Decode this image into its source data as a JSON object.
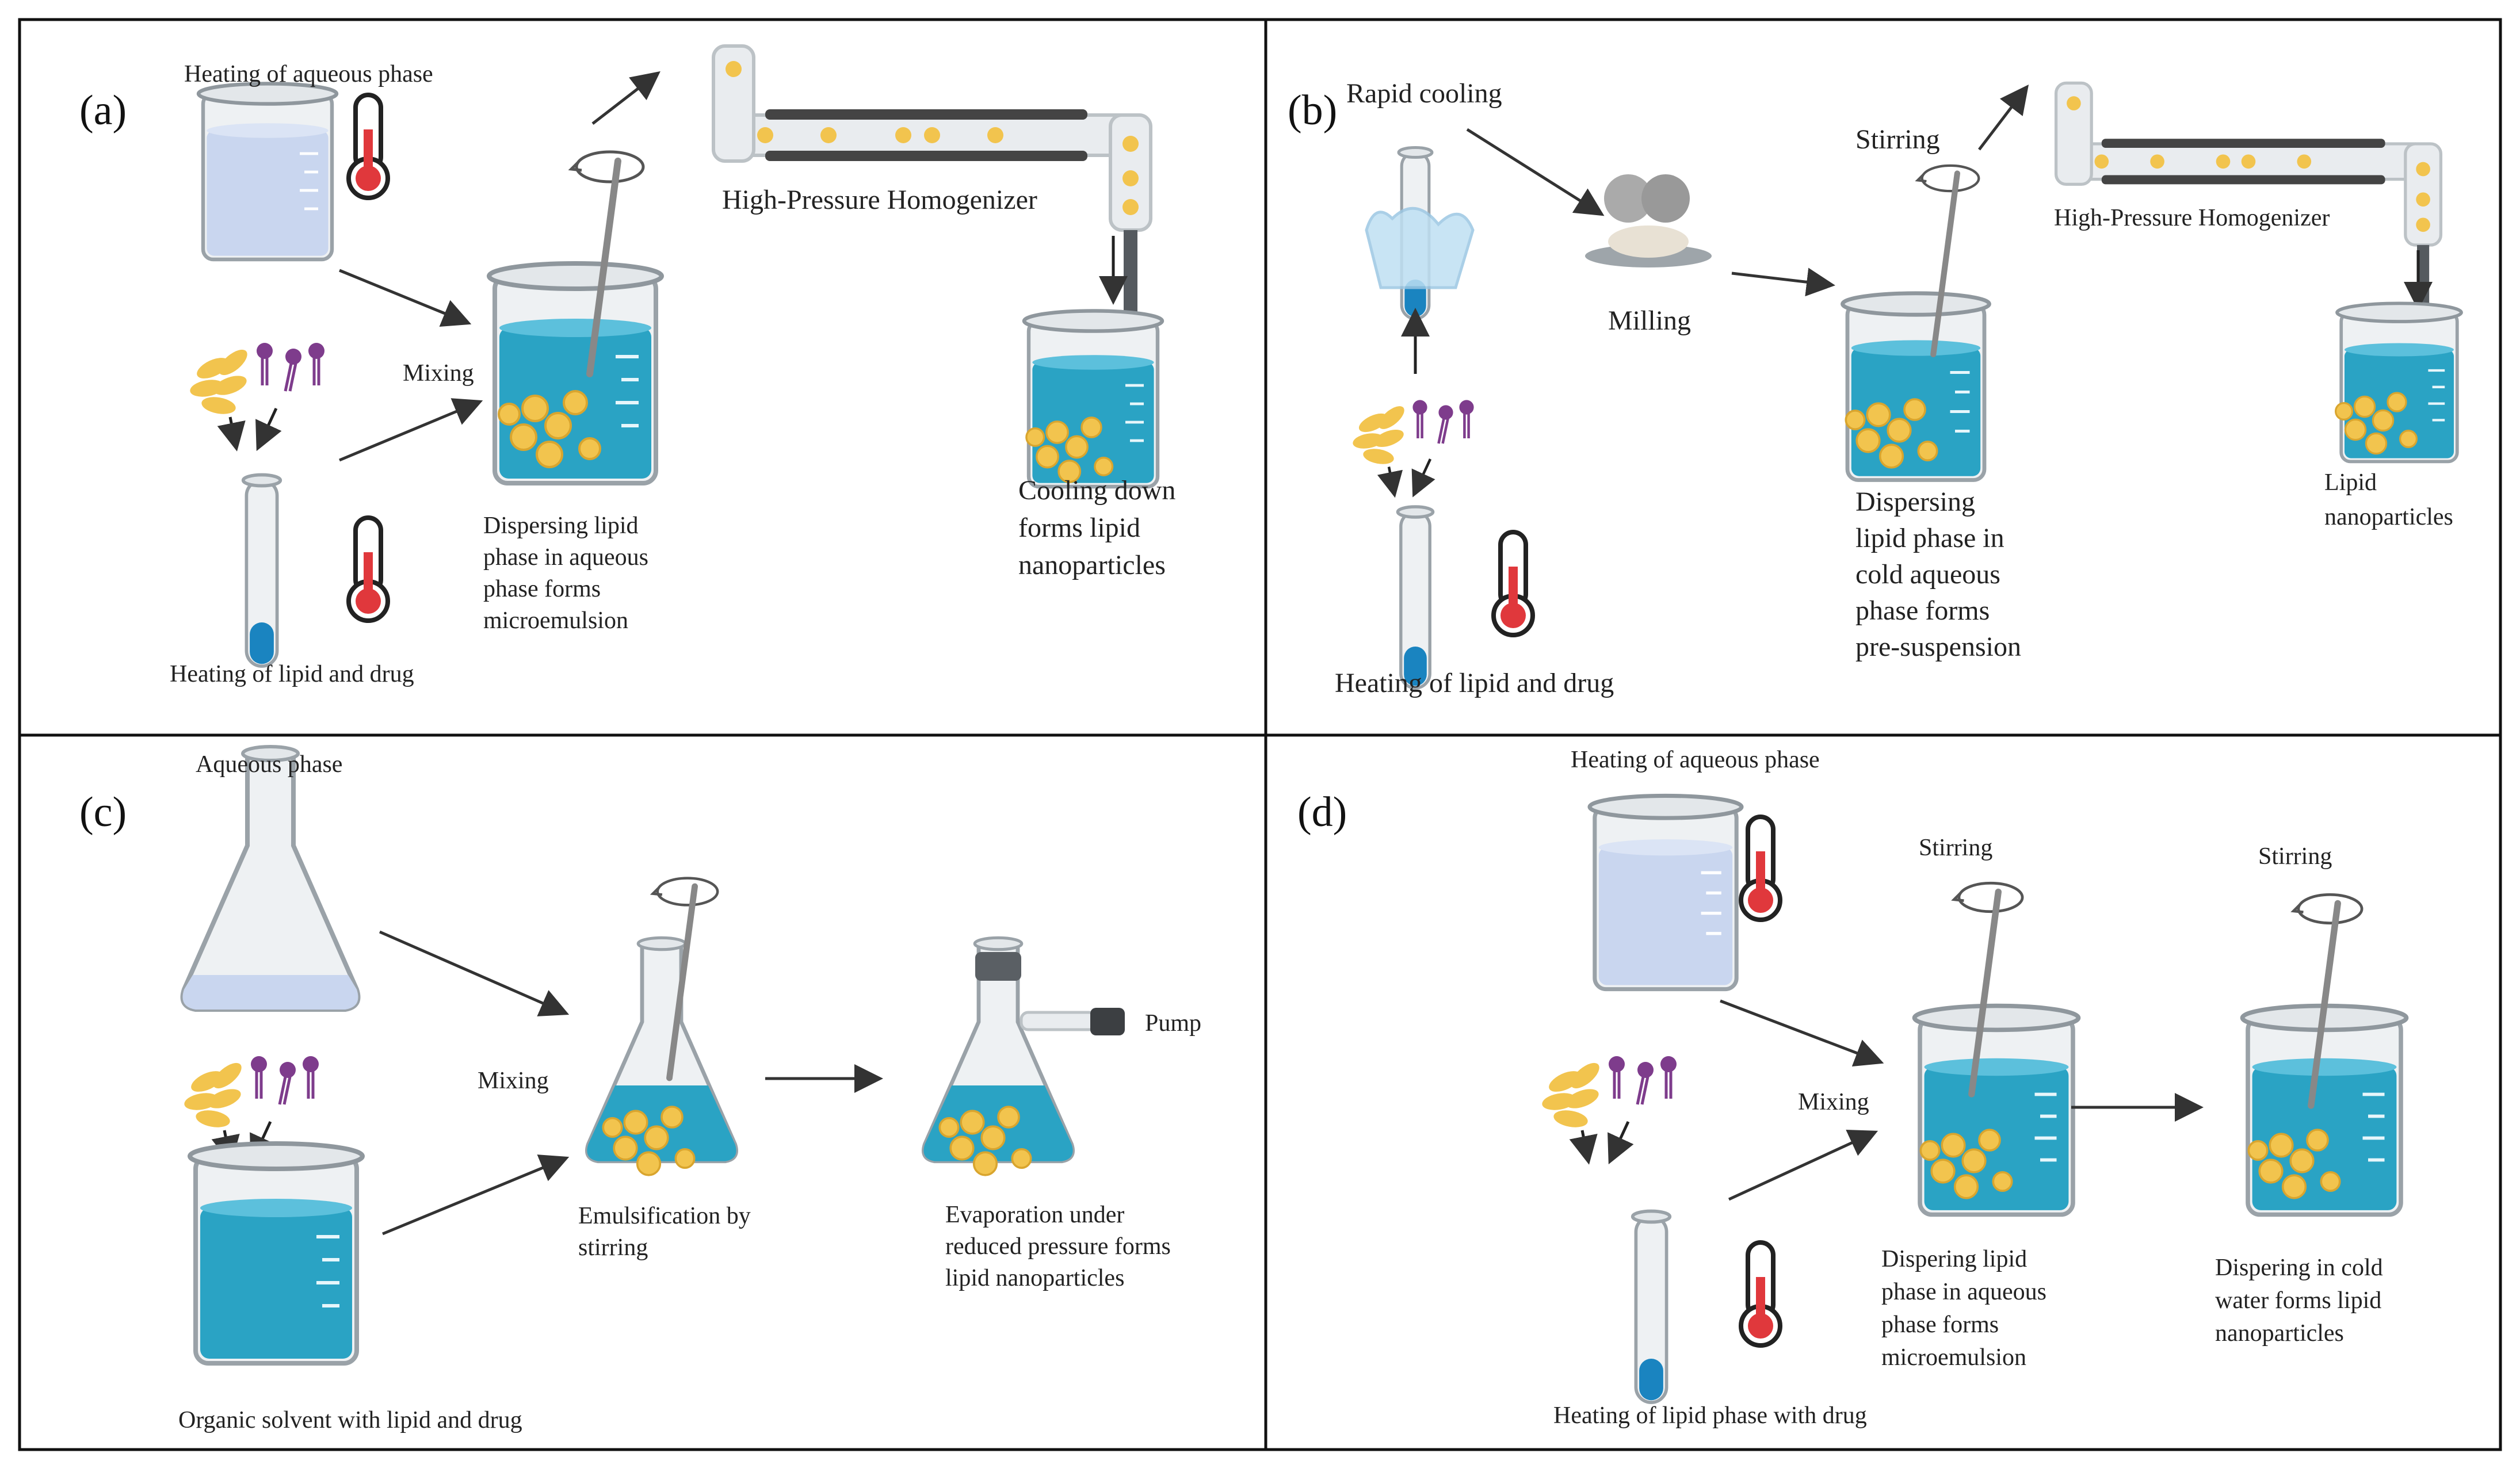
{
  "panels": {
    "a": {
      "tag": "(a)",
      "heating_aqueous": "Heating of aqueous phase",
      "mixing": "Mixing",
      "heating_lipid": "Heating of lipid and drug",
      "homogenizer": "High-Pressure Homogenizer",
      "dispersing": [
        "Dispersing lipid",
        "phase in aqueous",
        "phase forms",
        "microemulsion"
      ],
      "cooling": [
        "Cooling down",
        "forms lipid",
        "nanoparticles"
      ]
    },
    "b": {
      "tag": "(b)",
      "rapid_cooling": "Rapid cooling",
      "milling": "Milling",
      "stirring": "Stirring",
      "homogenizer": "High-Pressure Homogenizer",
      "dispersing": [
        "Dispersing",
        "lipid phase in",
        "cold aqueous",
        "phase forms",
        "pre-suspension"
      ],
      "result": [
        "Lipid",
        "nanoparticles"
      ],
      "heating_lipid": "Heating of lipid and drug"
    },
    "c": {
      "tag": "(c)",
      "aqueous": "Aqueous phase",
      "mixing": "Mixing",
      "emulsification": [
        "Emulsification by",
        "stirring"
      ],
      "pump": "Pump",
      "evaporation": [
        "Evaporation under",
        "reduced pressure forms",
        "lipid nanoparticles"
      ],
      "organic": "Organic solvent with lipid and drug"
    },
    "d": {
      "tag": "(d)",
      "heating_aqueous": "Heating of aqueous phase",
      "stirring_1": "Stirring",
      "stirring_2": "Stirring",
      "mixing": "Mixing",
      "dispersing": [
        "Dispering lipid",
        "phase in aqueous",
        "phase forms",
        "microemulsion"
      ],
      "cold": [
        "Dispering in cold",
        "water forms lipid",
        "nanoparticles"
      ],
      "heating_lipid": "Heating of lipid phase with drug"
    }
  },
  "colors": {
    "border": "#111111",
    "arrow": "#333333",
    "water_light": "#c9d6ef",
    "water_blue": "#2aa3c4",
    "tube_blue": "#1a84c0",
    "glass": "#e8ecef",
    "lipid": "#f2c44e",
    "phospholipid": "#7e3c8c",
    "thermo_red": "#e0383c",
    "metal": "#555a5f"
  }
}
